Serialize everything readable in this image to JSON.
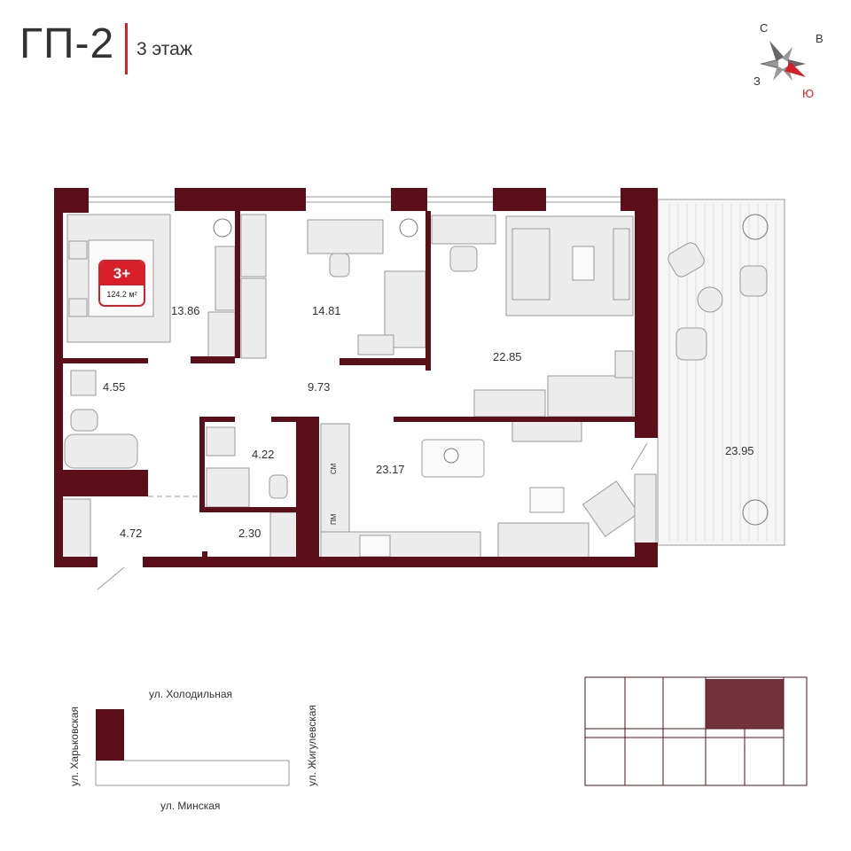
{
  "header": {
    "building": "ГП-2",
    "floor": "3 этаж"
  },
  "compass": {
    "north": "С",
    "east": "В",
    "west": "З",
    "south": "Ю",
    "accent": "#d71f2a"
  },
  "apartment": {
    "rooms": "3+",
    "area": "124.2 м²"
  },
  "rooms": {
    "bedroom1": "13.86",
    "bedroom2": "14.81",
    "living": "22.85",
    "bath1": "4.55",
    "hall": "9.73",
    "bath2": "4.22",
    "kitchen": "23.17",
    "entry": "4.72",
    "storage": "2.30",
    "terrace": "23.95"
  },
  "appliances": {
    "washer": "СМ",
    "dishwasher": "ПМ"
  },
  "streets": {
    "north": "ул. Холодильная",
    "west": "ул. Харьковская",
    "east": "ул. Жигулевская",
    "south": "ул. Минская"
  },
  "colors": {
    "wall": "#5a0f1a",
    "accent": "#d71f2a",
    "furniture": "#e9e9ea",
    "outline": "#9a9a9a"
  }
}
